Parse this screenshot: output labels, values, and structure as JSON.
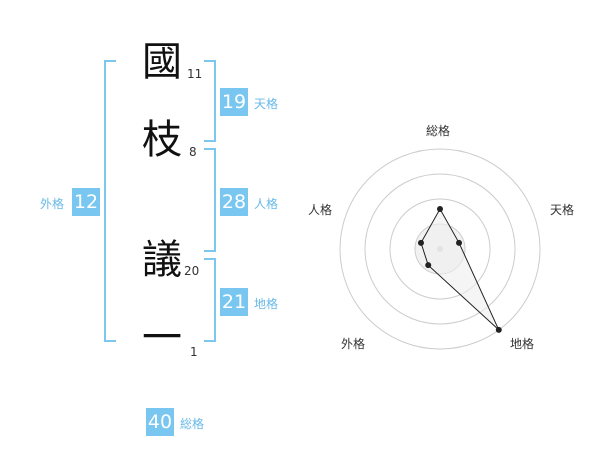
{
  "name": {
    "characters": [
      {
        "char": "國",
        "strokes": "11"
      },
      {
        "char": "枝",
        "strokes": "8"
      },
      {
        "char": "議",
        "strokes": "20"
      },
      {
        "char": "一",
        "strokes": "1"
      }
    ]
  },
  "kaku": {
    "tenkaku": {
      "value": "19",
      "label": "天格"
    },
    "jinkaku": {
      "value": "28",
      "label": "人格"
    },
    "chikaku": {
      "value": "21",
      "label": "地格"
    },
    "gaikaku": {
      "value": "12",
      "label": "外格"
    },
    "soukaku": {
      "value": "40",
      "label": "総格"
    }
  },
  "chart_data": {
    "type": "radar",
    "axes": [
      "総格",
      "天格",
      "地格",
      "外格",
      "人格"
    ],
    "values": [
      2,
      1,
      5,
      1,
      1
    ],
    "range": [
      0,
      5
    ],
    "rings": 4,
    "colors": {
      "ring": "#cccccc",
      "line": "#222222",
      "fill": "#eeeeee"
    }
  }
}
